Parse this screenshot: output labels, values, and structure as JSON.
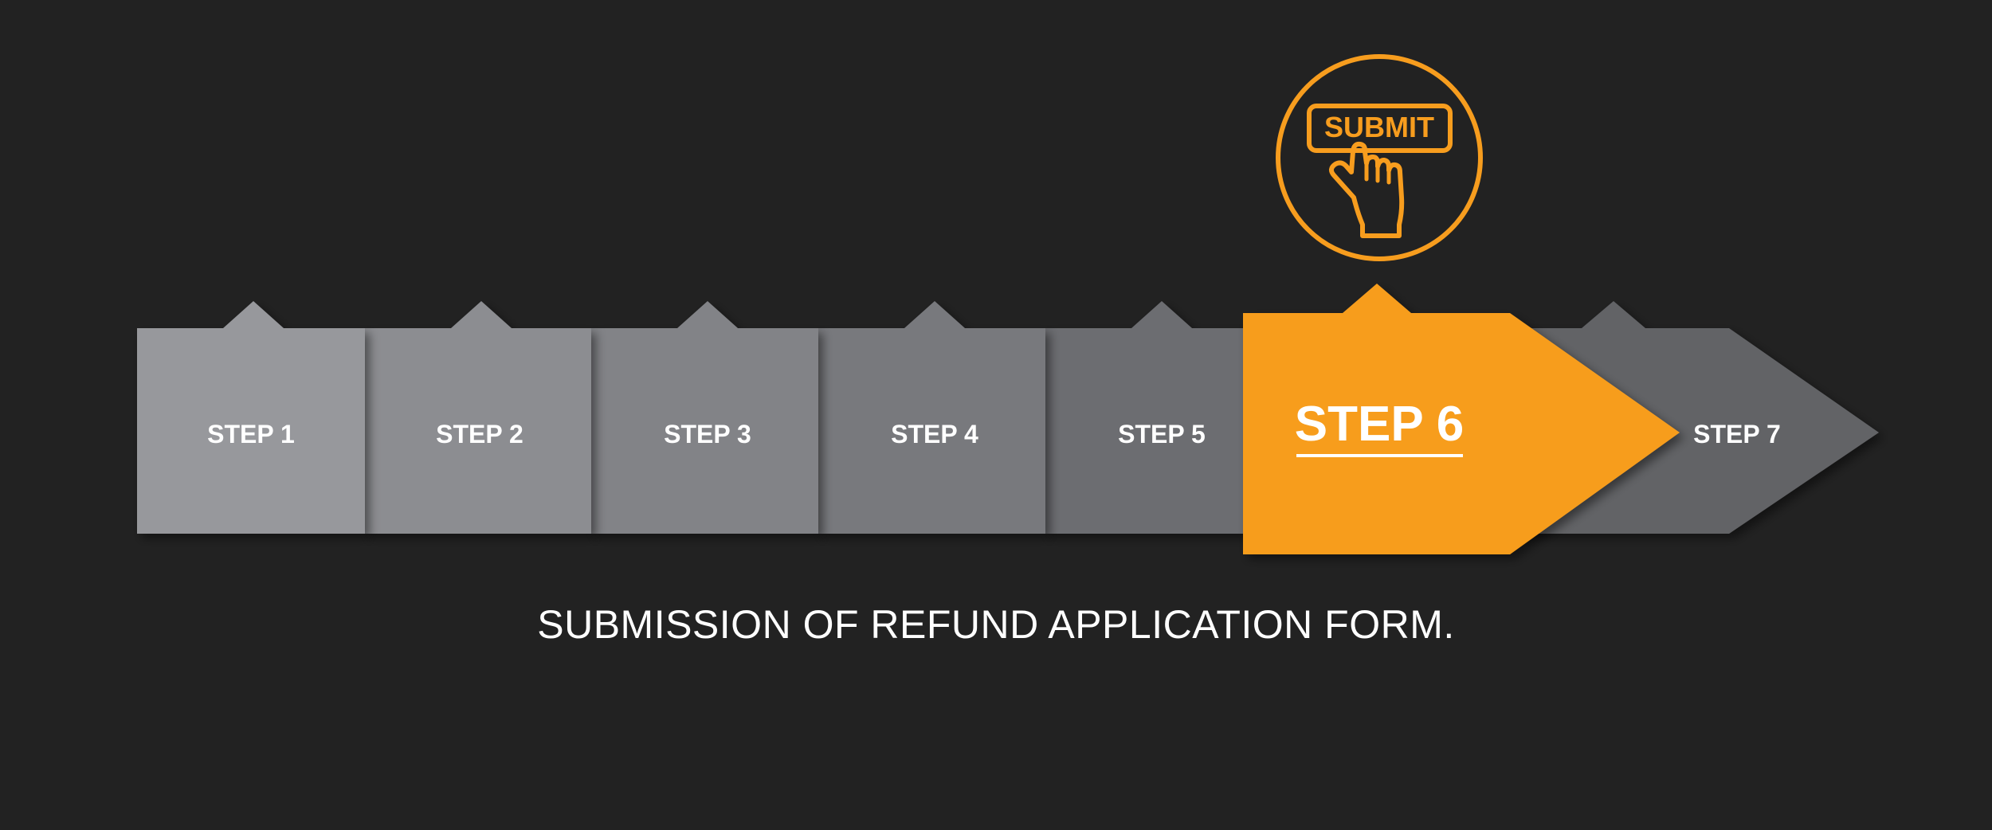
{
  "steps": [
    {
      "label": "STEP 1",
      "color": "#97989c"
    },
    {
      "label": "STEP 2",
      "color": "#8c8d91"
    },
    {
      "label": "STEP 3",
      "color": "#828387"
    },
    {
      "label": "STEP 4",
      "color": "#78797d"
    },
    {
      "label": "STEP 5",
      "color": "#6c6d71"
    },
    {
      "label": "STEP 6",
      "color": "#f79d1e",
      "active": true
    },
    {
      "label": "STEP 7",
      "color": "#626366"
    }
  ],
  "active_icon": {
    "name": "submit-hand-icon",
    "button_text": "SUBMIT",
    "color": "#f79d1e"
  },
  "caption": "SUBMISSION OF REFUND APPLICATION FORM.",
  "colors": {
    "background": "#222222",
    "accent": "#f79d1e",
    "label": "#ffffff"
  }
}
